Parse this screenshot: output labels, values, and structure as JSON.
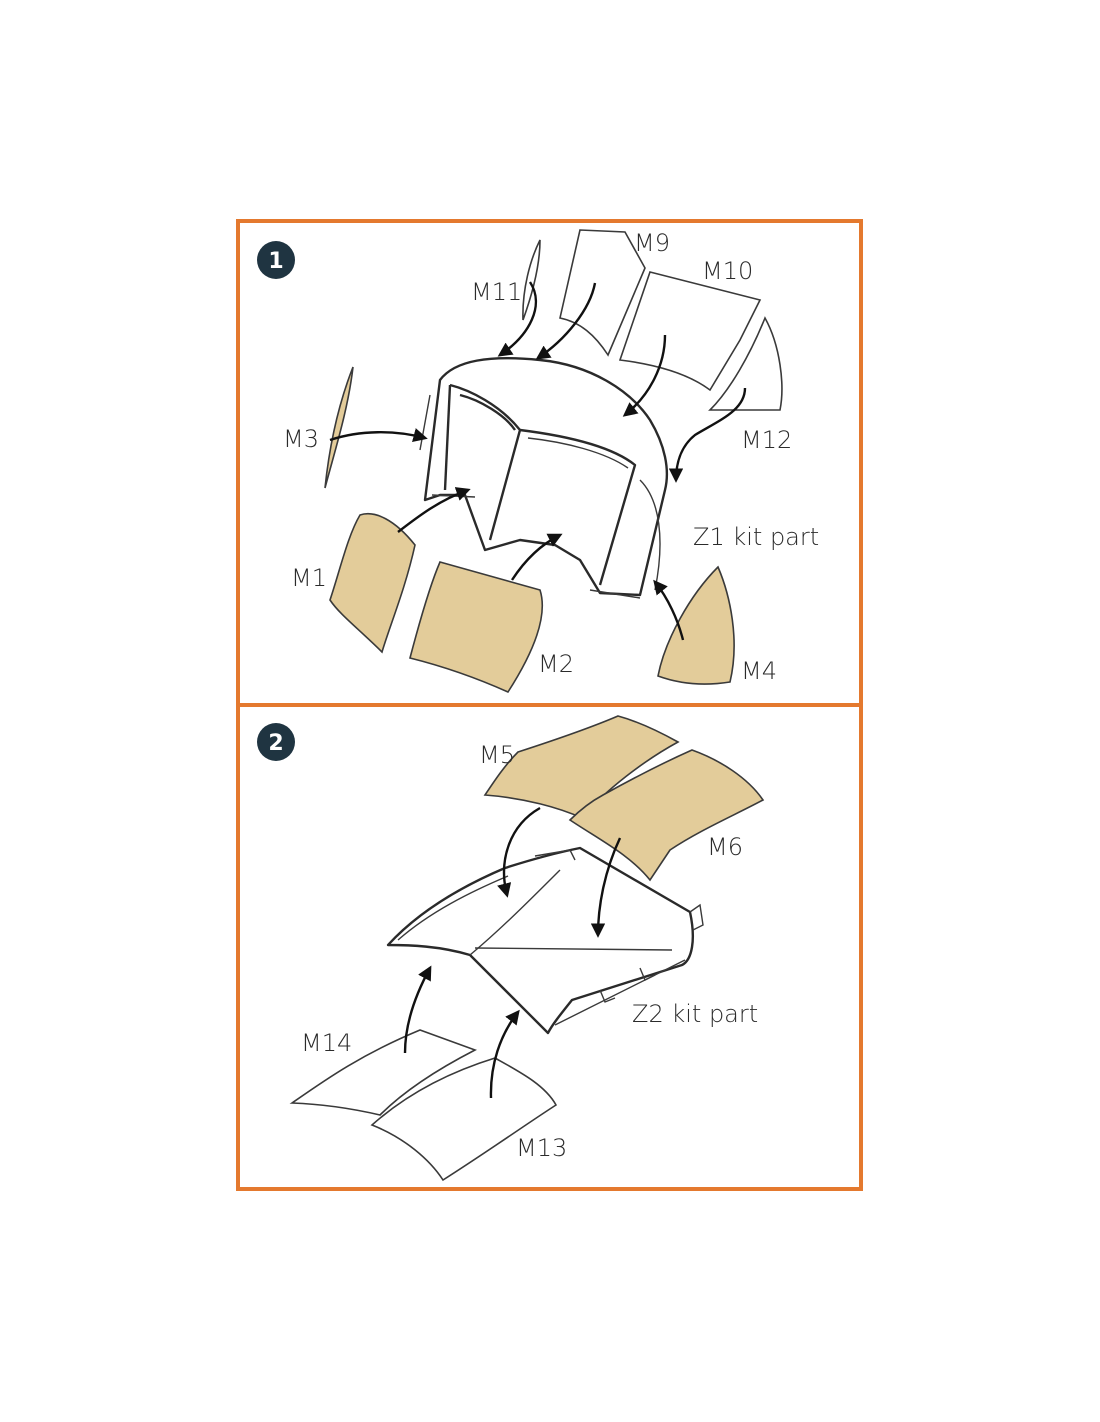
{
  "colors": {
    "border": "#e4792e",
    "mask_fill": "#e3cc9a",
    "step_badge": "#1f3441"
  },
  "steps": [
    {
      "number": "1",
      "labels": {
        "m9": "M9",
        "m10": "M10",
        "m11": "M11",
        "m12": "M12",
        "m3": "M3",
        "m1": "M1",
        "m2": "M2",
        "m4": "M4",
        "kit_part": "Z1 kit part"
      }
    },
    {
      "number": "2",
      "labels": {
        "m5": "M5",
        "m6": "M6",
        "m14": "M14",
        "m13": "M13",
        "kit_part": "Z2 kit part"
      }
    }
  ]
}
